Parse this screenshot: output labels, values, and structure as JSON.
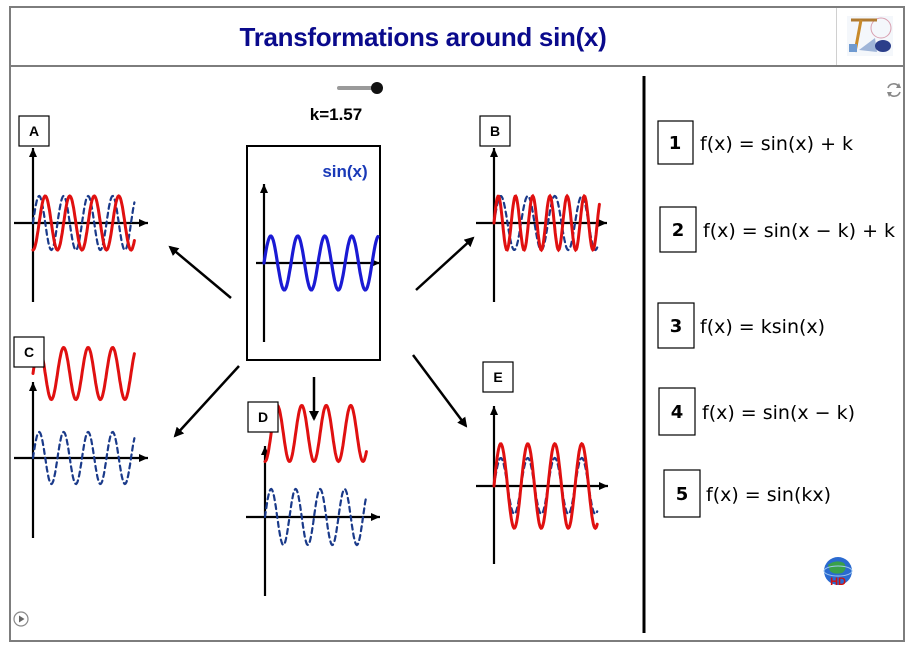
{
  "app": {
    "title": "Transformations around sin(x)"
  },
  "slider": {
    "label": "k=1.57",
    "value": 1.57
  },
  "center_graph": {
    "label": "sin(x)",
    "color": "#1a1ad4"
  },
  "panels": [
    {
      "letter": "A"
    },
    {
      "letter": "B"
    },
    {
      "letter": "C"
    },
    {
      "letter": "D"
    },
    {
      "letter": "E"
    }
  ],
  "formulas": [
    {
      "number": "1",
      "text": "f(x) = sin(x) + k"
    },
    {
      "number": "2",
      "text": "f(x) = sin(x − k) + k"
    },
    {
      "number": "3",
      "text": "f(x) = ksin(x)"
    },
    {
      "number": "4",
      "text": "f(x) = sin(x − k)"
    },
    {
      "number": "5",
      "text": "f(x) = sin(kx)"
    }
  ],
  "colors": {
    "transformed": "#e01010",
    "original": "#1a3a8a",
    "title": "#0a0a8c"
  },
  "icons": {
    "logo": "geometry-tools-icon",
    "reset": "refresh-icon",
    "play": "play-icon",
    "badge": "globe-icon"
  }
}
